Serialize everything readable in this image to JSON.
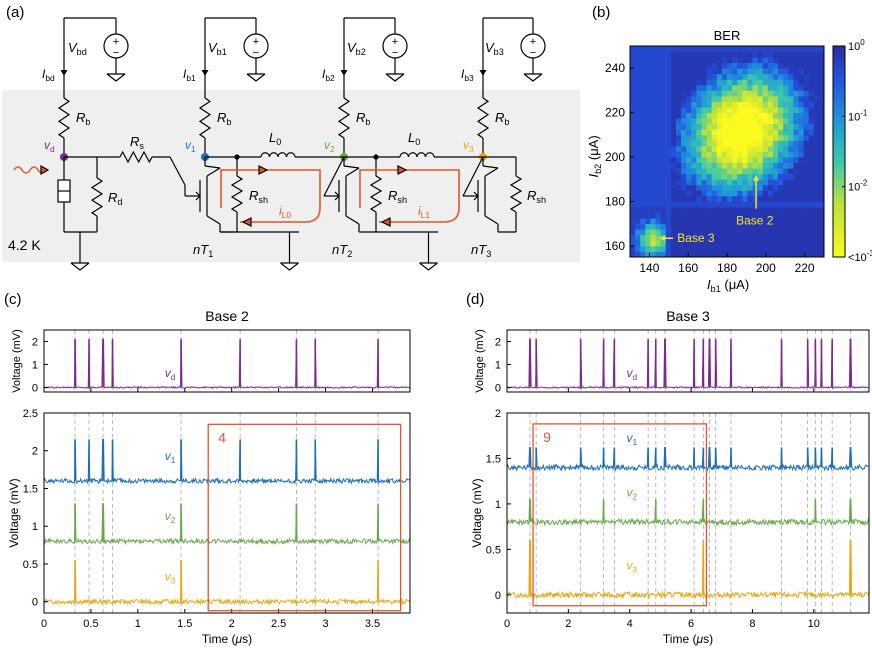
{
  "panels": {
    "a": "(a)",
    "b": "(b)",
    "c": "(c)",
    "d": "(d)"
  },
  "circuit": {
    "temperature": "4.2 K",
    "sources": [
      {
        "sym": "V",
        "sub": "bd"
      },
      {
        "sym": "V",
        "sub": "b1"
      },
      {
        "sym": "V",
        "sub": "b2"
      },
      {
        "sym": "V",
        "sub": "b3"
      }
    ],
    "currents": [
      {
        "sym": "I",
        "sub": "bd"
      },
      {
        "sym": "I",
        "sub": "b1"
      },
      {
        "sym": "I",
        "sub": "b2"
      },
      {
        "sym": "I",
        "sub": "b3"
      }
    ],
    "resistors": {
      "rb": {
        "sym": "R",
        "sub": "b"
      },
      "rd": {
        "sym": "R",
        "sub": "d"
      },
      "rs": {
        "sym": "R",
        "sub": "s"
      },
      "rsh": {
        "sym": "R",
        "sub": "sh"
      }
    },
    "inductors": [
      {
        "sym": "L",
        "sub": "0"
      },
      {
        "sym": "L",
        "sub": "0"
      }
    ],
    "loop_currents": [
      {
        "sym": "i",
        "sub": "L0"
      },
      {
        "sym": "i",
        "sub": "L1"
      }
    ],
    "nodes": [
      {
        "sym": "v",
        "sub": "d",
        "color": "#7b2d8e"
      },
      {
        "sym": "v",
        "sub": "1",
        "color": "#1f6fb5"
      },
      {
        "sym": "v",
        "sub": "2",
        "color": "#6aa84f"
      },
      {
        "sym": "v",
        "sub": "3",
        "color": "#e6a817"
      }
    ],
    "tranpoints": [
      {
        "pre": "n",
        "sym": "T",
        "sub": "1"
      },
      {
        "pre": "n",
        "sym": "T",
        "sub": "2"
      },
      {
        "pre": "n",
        "sym": "T",
        "sub": "3"
      }
    ],
    "wire_color": "#000000",
    "accent_color": "#e0572a",
    "plus": "+",
    "minus": "−"
  },
  "chart_data": [
    {
      "panel": "b",
      "type": "heatmap",
      "title": "BER",
      "xlabel": {
        "sym": "I",
        "sub": "b1",
        "unit": " (μA)"
      },
      "ylabel": {
        "sym": "I",
        "sub": "b2",
        "unit": " (μA)"
      },
      "xlim": [
        130,
        230
      ],
      "ylim": [
        155,
        250
      ],
      "xticks": [
        140,
        160,
        180,
        200,
        220
      ],
      "yticks": [
        160,
        180,
        200,
        220,
        240
      ],
      "colorbar": {
        "ticks": [
          {
            "base": "10",
            "exp": "0",
            "prefix": "",
            "log": 0
          },
          {
            "base": "10",
            "exp": "-1",
            "prefix": "",
            "log": -1
          },
          {
            "base": "10",
            "exp": "-2",
            "prefix": "",
            "log": -2
          },
          {
            "base": "10",
            "exp": "-3",
            "prefix": "<",
            "log": -3
          }
        ],
        "range": [
          -3,
          0
        ]
      },
      "annotations": [
        {
          "text": "Base 3",
          "x": 143,
          "y": 163
        },
        {
          "text": "Base 2",
          "x": 195,
          "y": 193
        }
      ]
    },
    {
      "panel": "c",
      "type": "line",
      "title": "Base 2",
      "xlabel": {
        "text": "Time (",
        "mu": "μ",
        "rest": "s)"
      },
      "ylabel": "Voltage (mV)",
      "xlim": [
        0,
        3.9
      ],
      "xticks": [
        "0",
        "0.5",
        "1",
        "1.5",
        "2",
        "2.5",
        "3",
        "3.5"
      ],
      "top_ylim": [
        -0.2,
        2.5
      ],
      "top_yticks": [
        "0",
        "1",
        "2"
      ],
      "bottom_ylim": [
        -0.15,
        2.5
      ],
      "bottom_yticks": [
        "0",
        "0.5",
        "1",
        "1.5",
        "2",
        "2.5"
      ],
      "series": [
        {
          "name": "v",
          "sub": "d",
          "color": "#7b2d8e",
          "baseline": 0,
          "peak": 2.1,
          "spikes": [
            0.33,
            0.48,
            0.63,
            0.73,
            1.46,
            2.09,
            2.69,
            2.89,
            3.56
          ]
        },
        {
          "name": "v",
          "sub": "1",
          "color": "#1f6fb5",
          "baseline": 1.6,
          "peak": 2.15,
          "spikes": [
            0.33,
            0.48,
            0.63,
            0.73,
            1.46,
            2.09,
            2.69,
            2.89,
            3.56
          ]
        },
        {
          "name": "v",
          "sub": "2",
          "color": "#6aa84f",
          "baseline": 0.8,
          "peak": 1.3,
          "spikes": [
            0.33,
            0.63,
            1.46,
            2.69,
            3.56
          ]
        },
        {
          "name": "v",
          "sub": "3",
          "color": "#e6a817",
          "baseline": 0.0,
          "peak": 0.55,
          "spikes": [
            0.33,
            1.46,
            3.56
          ]
        }
      ],
      "box": {
        "label": "4",
        "x": [
          1.75,
          3.8
        ],
        "y": [
          -0.12,
          2.35
        ]
      }
    },
    {
      "panel": "d",
      "type": "line",
      "title": "Base 3",
      "xlabel": {
        "text": "Time (",
        "mu": "μ",
        "rest": "s)"
      },
      "ylabel": "Voltage (mV)",
      "xlim": [
        0,
        11.8
      ],
      "xticks": [
        "0",
        "2",
        "4",
        "6",
        "8",
        "10"
      ],
      "top_ylim": [
        -0.2,
        2.5
      ],
      "top_yticks": [
        "0",
        "1",
        "2"
      ],
      "bottom_ylim": [
        -0.2,
        2.0
      ],
      "bottom_yticks": [
        "0",
        "0.5",
        "1",
        "1.5",
        "2"
      ],
      "series": [
        {
          "name": "v",
          "sub": "d",
          "color": "#7b2d8e",
          "baseline": 0,
          "peak": 2.1,
          "spikes": [
            0.75,
            0.95,
            2.4,
            3.15,
            3.5,
            4.6,
            4.85,
            5.15,
            6.1,
            6.4,
            6.6,
            6.8,
            7.3,
            8.95,
            9.8,
            10.05,
            10.25,
            10.6,
            11.2
          ]
        },
        {
          "name": "v",
          "sub": "1",
          "color": "#1f6fb5",
          "baseline": 1.4,
          "peak": 1.62,
          "spikes": [
            0.75,
            0.95,
            2.4,
            3.15,
            3.5,
            4.6,
            4.85,
            5.15,
            6.1,
            6.4,
            6.6,
            6.8,
            7.3,
            8.95,
            9.8,
            10.05,
            10.25,
            10.6,
            11.2
          ]
        },
        {
          "name": "v",
          "sub": "2",
          "color": "#6aa84f",
          "baseline": 0.8,
          "peak": 1.05,
          "spikes": [
            0.75,
            3.15,
            4.85,
            6.4,
            10.05,
            11.2
          ]
        },
        {
          "name": "v",
          "sub": "3",
          "color": "#e6a817",
          "baseline": 0.0,
          "peak": 0.6,
          "spikes": [
            0.75,
            6.4,
            11.2
          ]
        }
      ],
      "box": {
        "label": "9",
        "x": [
          0.85,
          6.5
        ],
        "y": [
          -0.12,
          1.88
        ]
      }
    }
  ]
}
